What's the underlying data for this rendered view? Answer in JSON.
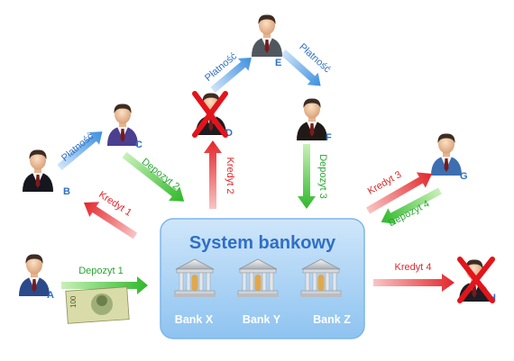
{
  "system": {
    "title": "System bankowy"
  },
  "banks": [
    "Bank X",
    "Bank Y",
    "Bank Z"
  ],
  "persons": [
    {
      "id": "A",
      "crossed": false
    },
    {
      "id": "B",
      "crossed": false
    },
    {
      "id": "C",
      "crossed": false
    },
    {
      "id": "D",
      "crossed": true
    },
    {
      "id": "E",
      "crossed": false
    },
    {
      "id": "F",
      "crossed": false
    },
    {
      "id": "G",
      "crossed": false
    },
    {
      "id": "H",
      "crossed": true
    }
  ],
  "arrows": {
    "deposit1": "Depozyt 1",
    "deposit2": "Depozyt 2",
    "deposit3": "Depozyt 3",
    "deposit4": "Depozyt 4",
    "credit1": "Kredyt 1",
    "credit2": "Kredyt 2",
    "credit3": "Kredyt 3",
    "credit4": "Kredyt 4",
    "payment_bc": "Płatność",
    "payment_de": "Płatność",
    "payment_ef": "Płatność"
  },
  "banknote": {
    "value": "100"
  },
  "colors": {
    "deposit": "#5cc94a",
    "credit": "#e8484a",
    "payment": "#4f9ae0",
    "label": "#2f6fc6",
    "cross": "#e3141b"
  }
}
